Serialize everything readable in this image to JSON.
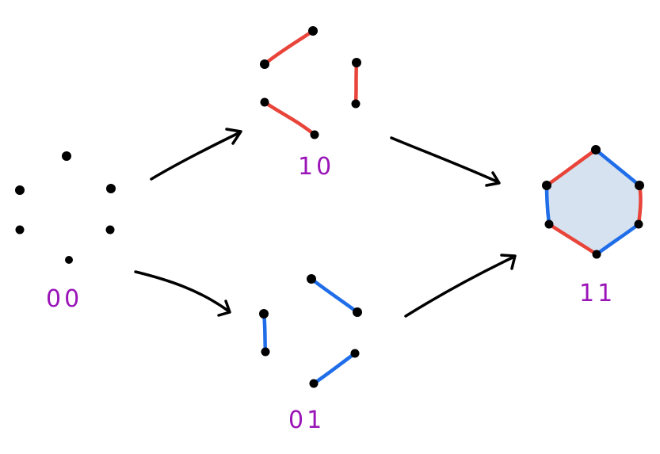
{
  "colors": {
    "red": "#e8443a",
    "blue": "#1f6de8",
    "hexagon_fill": "#d6e2ef",
    "label": "#9a14b8",
    "ink": "#000000"
  },
  "stages": [
    {
      "id": "00",
      "label": "00",
      "edges": []
    },
    {
      "id": "10",
      "label": "10",
      "edges": [
        "red",
        "red",
        "red"
      ]
    },
    {
      "id": "01",
      "label": "01",
      "edges": [
        "blue",
        "blue",
        "blue"
      ]
    },
    {
      "id": "11",
      "label": "11",
      "edges": [
        "red",
        "blue",
        "red",
        "blue",
        "red",
        "blue"
      ]
    }
  ],
  "arrows": [
    {
      "from": "00",
      "to": "10"
    },
    {
      "from": "00",
      "to": "01"
    },
    {
      "from": "10",
      "to": "11"
    },
    {
      "from": "01",
      "to": "11"
    }
  ]
}
